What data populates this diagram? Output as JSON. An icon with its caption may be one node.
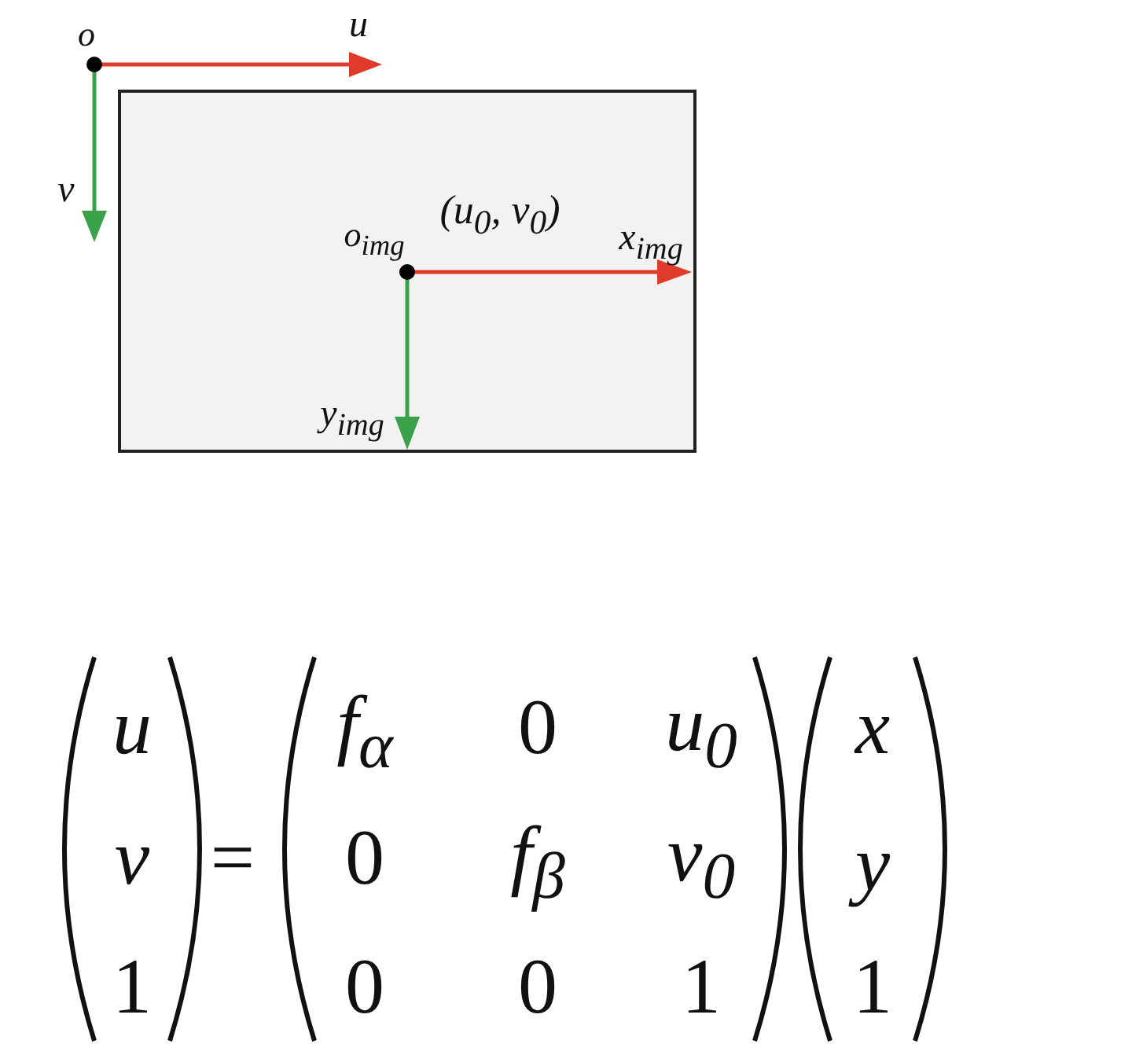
{
  "diagram": {
    "labels": [
      "o",
      "u",
      "v",
      "o$_{img}$",
      "(u$_{0}$, v$_{0}$)",
      "x$_{img}$",
      "y$_{img}$",
      "u",
      "f$_{α}$",
      "0",
      "u$_{0}$",
      "x",
      "v",
      "=",
      "0",
      "f$_{β}$",
      "v$_{0}$",
      "y",
      "1",
      "0",
      "0",
      "1",
      "1"
    ]
  }
}
